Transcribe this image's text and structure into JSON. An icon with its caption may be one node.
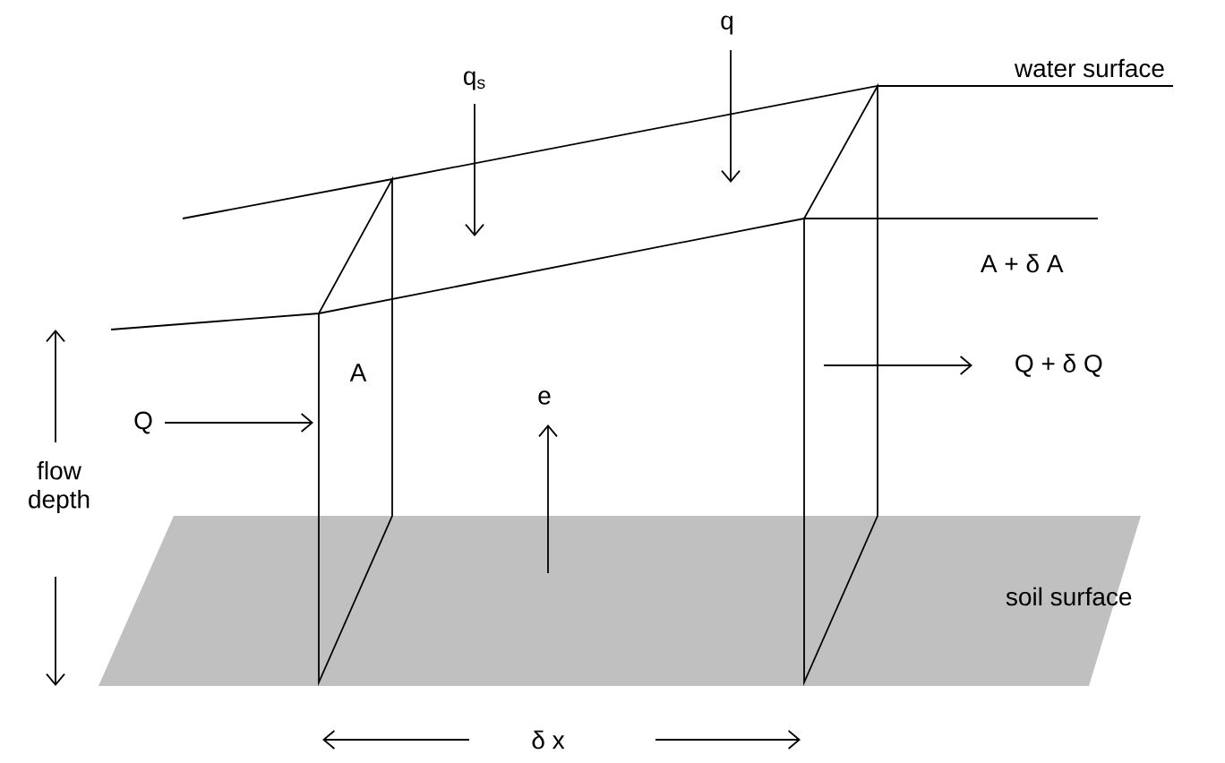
{
  "diagram": {
    "labels": [
      "q$_{s}$",
      "q",
      "water surface",
      "A + δ A",
      "A",
      "Q + δ Q",
      "e",
      "Q",
      "flow depth",
      "soil surface",
      "δ x"
    ]
  }
}
